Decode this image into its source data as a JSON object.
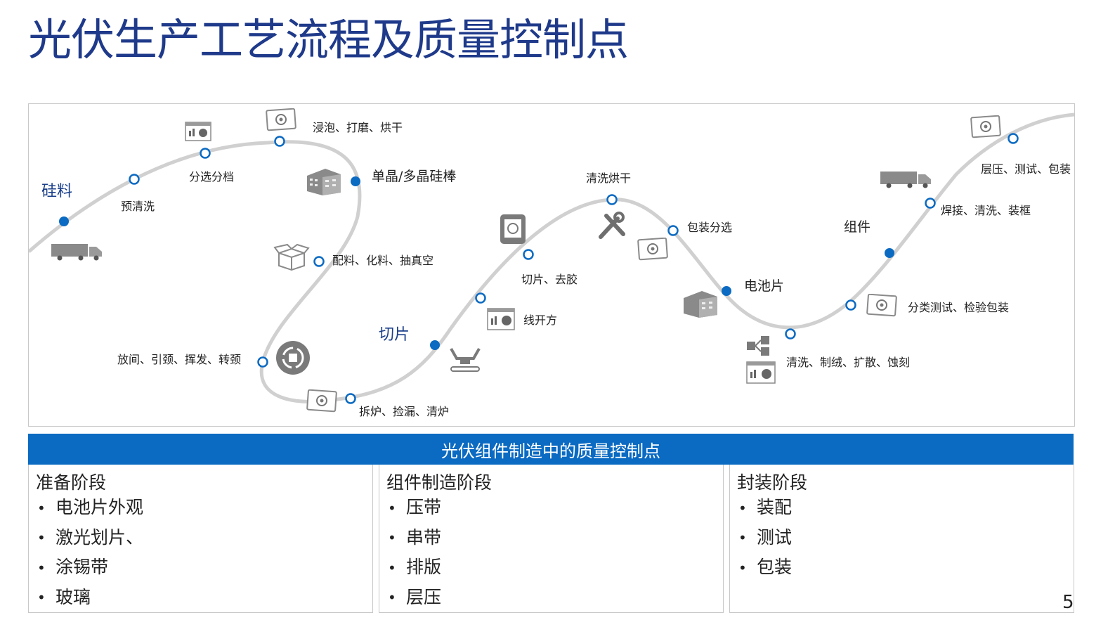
{
  "title": "光伏生产工艺流程及质量控制点",
  "flow": {
    "stages": {
      "silicon": "硅料",
      "ingot": "单晶/多晶硅棒",
      "wafer": "切片",
      "cell": "电池片",
      "module": "组件"
    },
    "steps": {
      "prewash": "预清洗",
      "sorting": "分选分档",
      "soak": "浸泡、打磨、烘干",
      "batching": "配料、化料、抽真空",
      "seeding": "放间、引颈、挥发、转颈",
      "unloading": "拆炉、捡漏、清炉",
      "wire_square": "线开方",
      "slice_degum": "切片、去胶",
      "clean_dry": "清洗烘干",
      "pack_sort": "包装分选",
      "texturing": "清洗、制绒、扩散、蚀刻",
      "classify": "分类测试、检验包装",
      "weld": "焊接、清洗、装框",
      "laminate": "层压、测试、包装"
    },
    "icons": [
      "truck-icon",
      "chart-icon",
      "monitor-icon",
      "factory-icon",
      "box-icon",
      "cycle-icon",
      "robot-arm-icon",
      "tablet-icon",
      "tools-icon",
      "cubes-icon"
    ]
  },
  "qc": {
    "banner": "光伏组件制造中的质量控制点",
    "bullet": "•",
    "columns": [
      {
        "title": "准备阶段",
        "items": [
          "电池片外观",
          "激光划片、",
          "涂锡带",
          "玻璃"
        ]
      },
      {
        "title": "组件制造阶段",
        "items": [
          "压带",
          "串带",
          "排版",
          "层压"
        ]
      },
      {
        "title": "封装阶段",
        "items": [
          "装配",
          "测试",
          "包装"
        ]
      }
    ]
  },
  "page_number": "5",
  "colors": {
    "accent": "#0b6ac2",
    "title": "#1f3a8a",
    "curve": "#d0d0d0",
    "icon": "#7a7a7a"
  }
}
